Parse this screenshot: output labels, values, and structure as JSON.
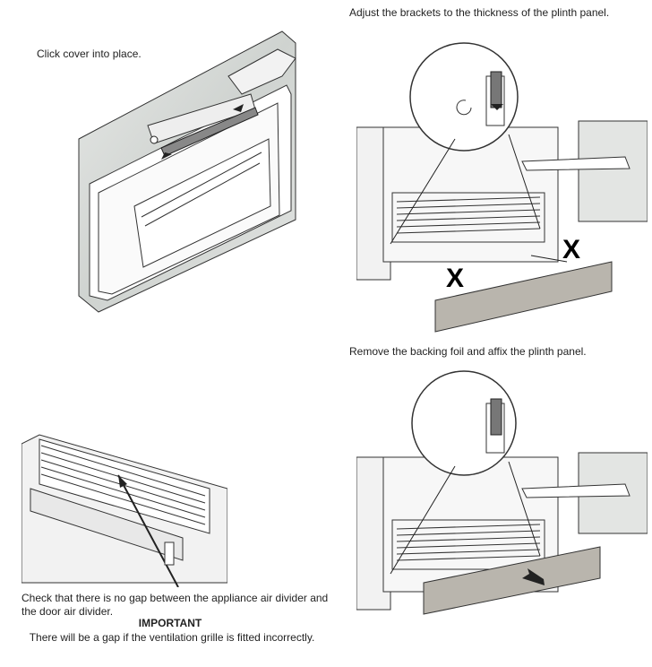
{
  "steps": {
    "cover": {
      "caption": "Click cover into place."
    },
    "brackets": {
      "caption": "Adjust the brackets to the thickness of the plinth panel.",
      "x_label": "X"
    },
    "foil": {
      "caption": "Remove the backing foil and affix the plinth panel."
    },
    "gap": {
      "caption": "Check that there is no gap between the appliance air divider and the door air divider.",
      "important_title": "IMPORTANT",
      "important_text": "There will be a gap if the ventilation grille is fitted incorrectly."
    }
  },
  "colors": {
    "line": "#333333",
    "wood": "#d9dcd9",
    "panel": "#b9b5ad",
    "arrow": "#222222"
  }
}
